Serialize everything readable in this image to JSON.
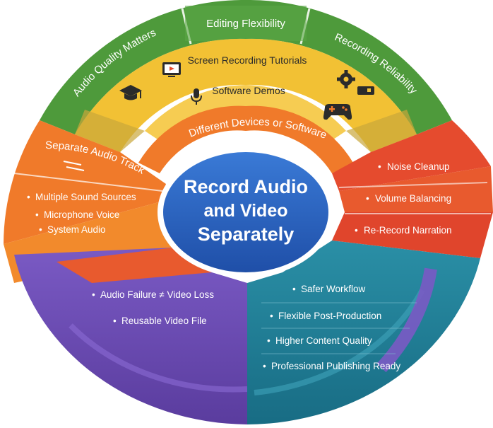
{
  "center": {
    "line1": "Record Audio",
    "line2": "and Video",
    "line3": "Separately"
  },
  "outer_ring": {
    "left": "Audio Quality Matters",
    "top": "Editing Flexibility",
    "right": "Recording Reliability"
  },
  "yellow_ring": {
    "tutorials": "Screen Recording Tutorials",
    "demos": "Software Demos"
  },
  "orange_ring": {
    "devices": "Different Devices or Software"
  },
  "left_segment": {
    "title": "Separate Audio Track",
    "items": [
      "Multiple Sound Sources",
      "Microphone Voice",
      "System Audio"
    ]
  },
  "right_segment": {
    "items": [
      "Noise Cleanup",
      "Volume Balancing",
      "Re-Record Narration"
    ]
  },
  "bottom_left": {
    "items": [
      "Audio Failure ≠ Video Loss",
      "Reusable Video File"
    ]
  },
  "bottom_right": {
    "items": [
      "Safer Workflow",
      "Flexible Post-Production",
      "Higher Content Quality",
      "Professional Publishing Ready"
    ]
  },
  "icons": {
    "graduation": "graduation-cap-icon",
    "monitor": "monitor-play-icon",
    "microphone": "microphone-icon",
    "gear": "gear-icon",
    "gamepad": "gamepad-icon"
  },
  "colors": {
    "green": "#4e9a3b",
    "yellow": "#f2c134",
    "orange": "#f07a2a",
    "red": "#e54b2e",
    "purple": "#6b4bb0",
    "teal": "#1f7f96",
    "blue_center": "#2a64c0"
  }
}
